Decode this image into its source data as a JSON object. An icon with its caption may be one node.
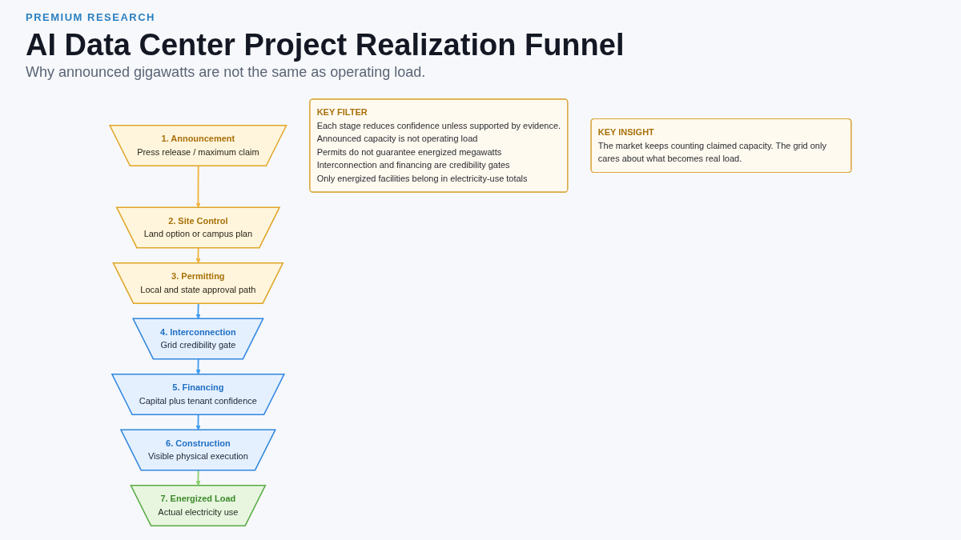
{
  "diagram": {
    "title": "AI Data Center Project Realization Funnel",
    "nodes": [
      {
        "text": [
          "1. Announcement",
          "Press release / maximum claim"
        ]
      },
      {
        "text": [
          "2. Site Control",
          "Land option or campus plan"
        ]
      },
      {
        "text": [
          "3. Permitting",
          "Local and state approval path"
        ]
      },
      {
        "text": [
          "4. Interconnection",
          "Grid credibility gate"
        ]
      },
      {
        "text": [
          "5. Financing",
          "Capital plus tenant confidence"
        ]
      },
      {
        "text": [
          "6. Construction",
          "Visible physical execution"
        ]
      },
      {
        "text": [
          "7. Energized Load",
          "Actual electricity use"
        ]
      },
      {
        "text": [
          "KEY FILTER",
          "Each stage reduces confidence unless supported by evidence.",
          "Announced capacity is not operating load",
          "Permits do not guarantee energized megawatts",
          "Interconnection and financing are credibility gates",
          "Only energized facilities belong in electricity-use totals"
        ]
      },
      {
        "text": [
          "KEY INSIGHT",
          "The market keeps counting claimed capacity. The grid only cares about what becomes real load."
        ]
      }
    ],
    "edges": [
      {
        "from": 0,
        "to": 1,
        "arrow": "to",
        "color": "#f0b43c"
      },
      {
        "from": 1,
        "to": 2,
        "arrow": "to",
        "color": "#f0b43c"
      },
      {
        "from": 2,
        "to": 3,
        "arrow": "to"
      },
      {
        "from": 3,
        "to": 4,
        "arrow": "to"
      },
      {
        "from": 4,
        "to": 5,
        "arrow": "to"
      },
      {
        "from": 5,
        "to": 6,
        "arrow": "to",
        "color": "#8ccf6e"
      }
    ],
    "labels": [
      "PREMIUM RESEARCH",
      "Why announced gigawatts are not the same as operating load."
    ]
  }
}
